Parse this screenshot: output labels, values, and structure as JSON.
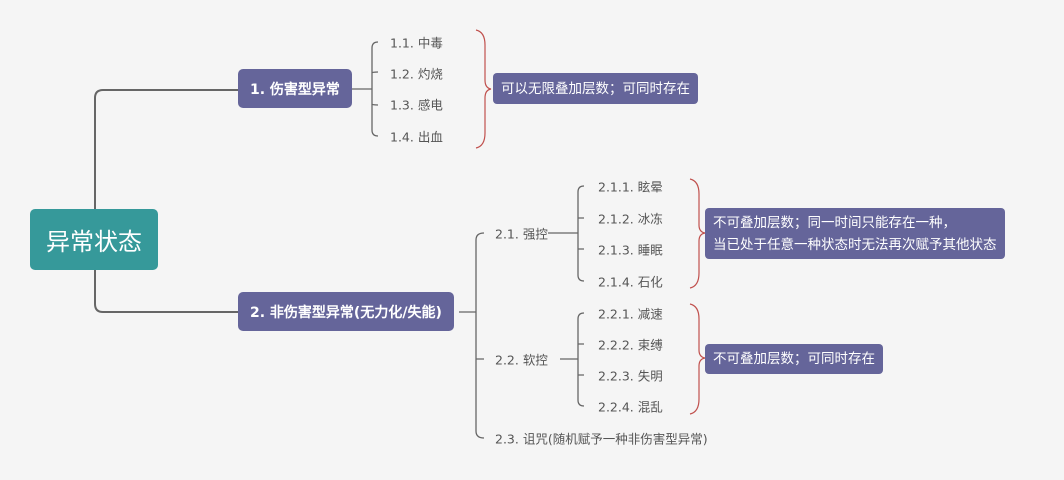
{
  "root": "异常状态",
  "branches": [
    {
      "label": "1. 伤害型异常",
      "children": [
        "1.1. 中毒",
        "1.2. 灼烧",
        "1.3. 感电",
        "1.4. 出血"
      ],
      "summary": "可以无限叠加层数；可同时存在"
    },
    {
      "label": "2. 非伤害型异常(无力化/失能)",
      "children": [
        {
          "label": "2.1. 强控",
          "children": [
            "2.1.1. 眩晕",
            "2.1.2. 冰冻",
            "2.1.3. 睡眠",
            "2.1.4. 石化"
          ],
          "summary_line1": "不可叠加层数；同一时间只能存在一种，",
          "summary_line2": "当已处于任意一种状态时无法再次赋予其他状态"
        },
        {
          "label": "2.2. 软控",
          "children": [
            "2.2.1. 减速",
            "2.2.2. 束缚",
            "2.2.3. 失明",
            "2.2.4. 混乱"
          ],
          "summary": "不可叠加层数；可同时存在"
        },
        {
          "label": "2.3. 诅咒(随机赋予一种非伤害型异常)"
        }
      ]
    }
  ],
  "colors": {
    "root": "#36999a",
    "node": "#65659a",
    "line": "#666666",
    "brace": "#c0504d"
  }
}
